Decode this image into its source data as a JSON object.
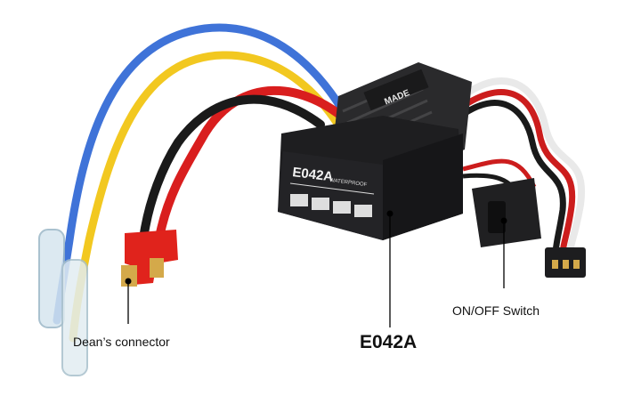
{
  "product_photo": {
    "case_model_text": "E042A",
    "case_side_text": "WATERPROOF",
    "brand_text": "MADE",
    "colors": {
      "case": "#1e1e20",
      "heatsink": "#2a2a2c",
      "wire_blue": "#3f73d8",
      "wire_yellow": "#f2c820",
      "wire_red": "#d91e1e",
      "wire_black": "#1a1a1a",
      "connector_red": "#e0231c",
      "gold_pin": "#d4a94a"
    }
  },
  "callouts": {
    "deans_connector": "Dean’s connector",
    "on_off_switch": "ON/OFF Switch",
    "model_name": "E042A"
  }
}
